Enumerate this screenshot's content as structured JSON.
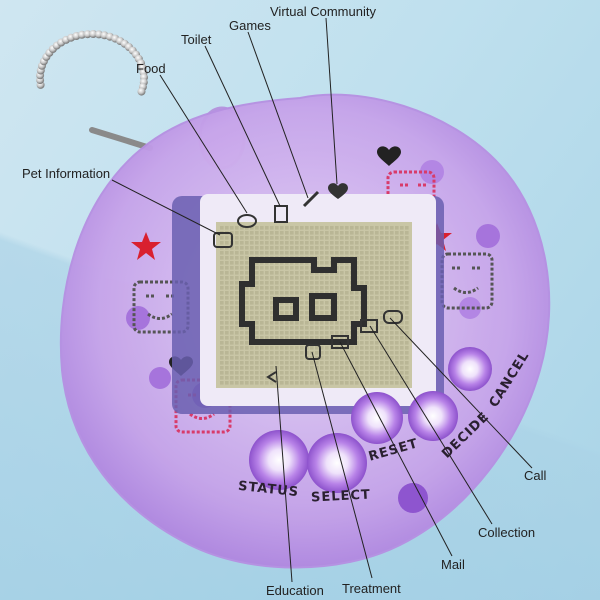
{
  "callouts": {
    "virtual_community": "Virtual Community",
    "games": "Games",
    "toilet": "Toilet",
    "food": "Food",
    "pet_information": "Pet Information",
    "call": "Call",
    "collection": "Collection",
    "mail": "Mail",
    "treatment": "Treatment",
    "education": "Education"
  },
  "buttons": {
    "status": "STATUS",
    "select": "SELECT",
    "reset": "RESET",
    "decide": "DECIDE",
    "cancel": "CANCEL"
  },
  "colors": {
    "shell": "#c9a6e8",
    "screen": "#c9c6a6",
    "pixel": "#2f2f2f",
    "star": "#d9202f",
    "button": "#b47ee6"
  },
  "icons": [
    "pet-information-icon",
    "food-icon",
    "toilet-icon",
    "games-icon",
    "virtual-community-icon",
    "education-icon",
    "treatment-icon",
    "mail-icon",
    "collection-icon",
    "call-icon"
  ]
}
